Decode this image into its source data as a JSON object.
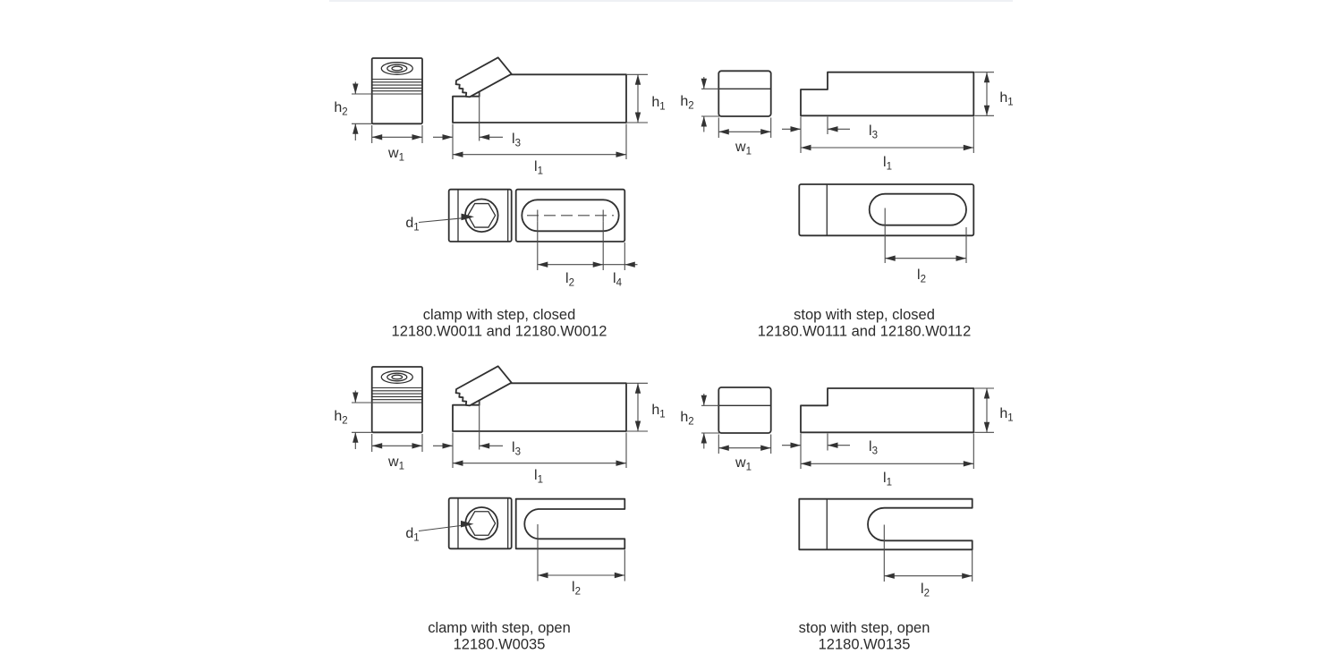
{
  "colors": {
    "background": "#ffffff",
    "outline": "#303030",
    "dimension_line": "#4a4a4a",
    "arrow": "#333333",
    "text": "#2b2b2b"
  },
  "dimension_labels": {
    "h1": {
      "base": "h",
      "sub": "1"
    },
    "h2": {
      "base": "h",
      "sub": "2"
    },
    "w1": {
      "base": "w",
      "sub": "1"
    },
    "l1": {
      "base": "l",
      "sub": "1"
    },
    "l2": {
      "base": "l",
      "sub": "2"
    },
    "l3": {
      "base": "l",
      "sub": "3"
    },
    "l4": {
      "base": "l",
      "sub": "4"
    },
    "d1": {
      "base": "d",
      "sub": "1"
    }
  },
  "figures": [
    {
      "id": "clamp-with-step-closed",
      "caption": [
        "clamp with step, closed",
        "12180.W0011 and 12180.W0012"
      ]
    },
    {
      "id": "stop-with-step-closed",
      "caption": [
        "stop with step, closed",
        "12180.W0111 and 12180.W0112"
      ]
    },
    {
      "id": "clamp-with-step-open",
      "caption": [
        "clamp with step, open",
        "12180.W0035"
      ]
    },
    {
      "id": "stop-with-step-open",
      "caption": [
        "stop with step, open",
        "12180.W0135"
      ]
    }
  ]
}
